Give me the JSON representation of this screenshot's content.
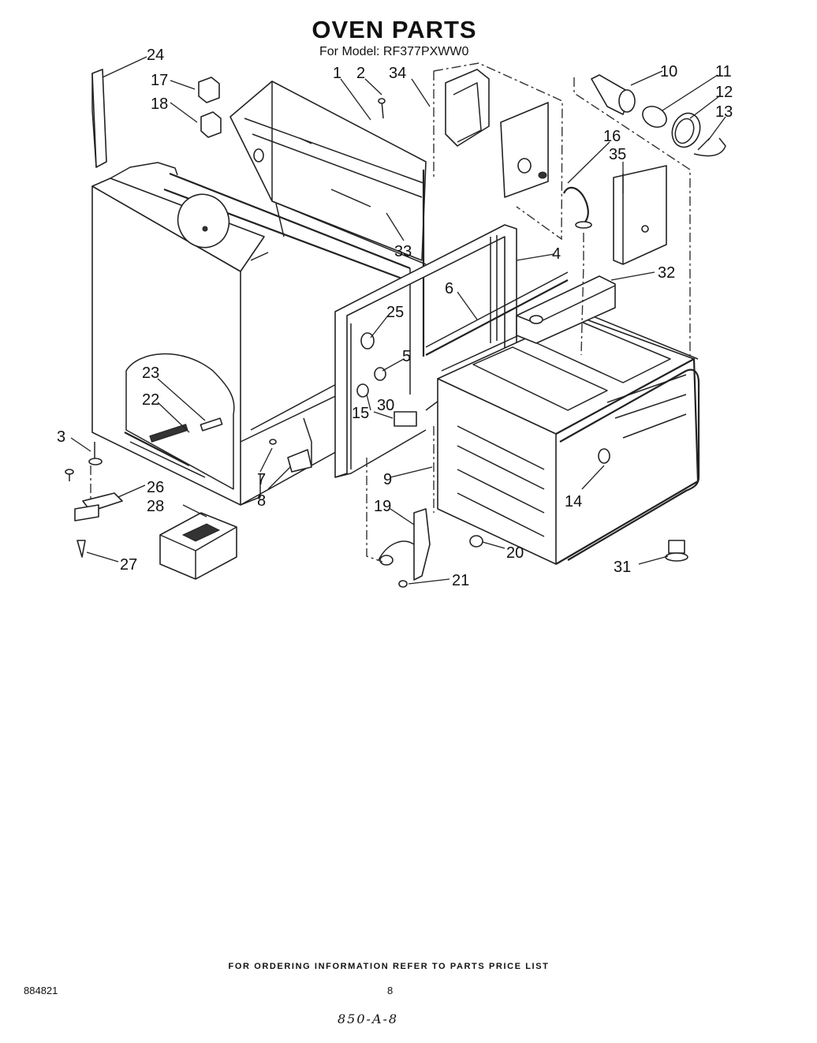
{
  "title": "OVEN PARTS",
  "subtitle": "For Model: RF377PXWW0",
  "footer_note": "FOR ORDERING INFORMATION REFER TO PARTS PRICE LIST",
  "doc_number": "884821",
  "page_number": "8",
  "handwritten_ref": "850-A-8",
  "callouts": [
    "1",
    "2",
    "3",
    "4",
    "5",
    "6",
    "7",
    "8",
    "9",
    "10",
    "11",
    "12",
    "13",
    "14",
    "15",
    "16",
    "17",
    "18",
    "19",
    "20",
    "21",
    "22",
    "23",
    "24",
    "25",
    "26",
    "27",
    "28",
    "30",
    "31",
    "32",
    "33",
    "34",
    "35"
  ]
}
